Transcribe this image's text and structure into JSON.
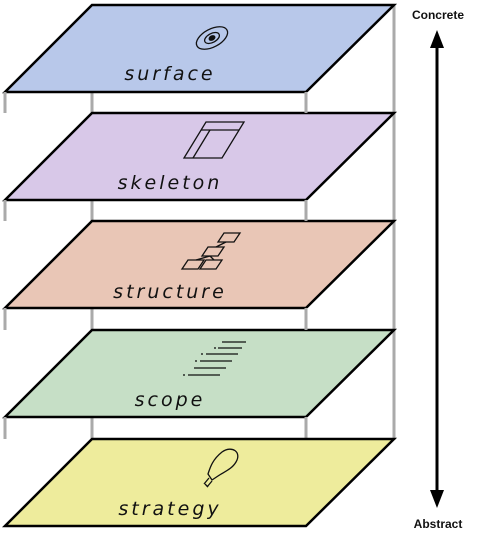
{
  "axis": {
    "top_label": "Concrete",
    "bottom_label": "Abstract"
  },
  "layers": [
    {
      "label": "surface",
      "icon": "eye-icon",
      "color": "#b8c8ea"
    },
    {
      "label": "skeleton",
      "icon": "wireframe-icon",
      "color": "#d8c8e8"
    },
    {
      "label": "structure",
      "icon": "sitemap-icon",
      "color": "#e9c6b6"
    },
    {
      "label": "scope",
      "icon": "list-icon",
      "color": "#c6dfc6"
    },
    {
      "label": "strategy",
      "icon": "lightbulb-icon",
      "color": "#eeec9c"
    }
  ]
}
